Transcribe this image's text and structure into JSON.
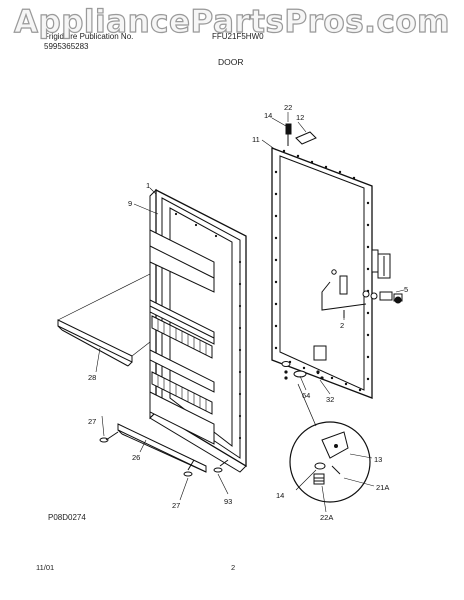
{
  "watermark": "AppliancePartsPros.com",
  "header": {
    "brand": "Frigidaire Publication No.",
    "publication": "5995365283",
    "model": "FFU21F5HW0",
    "section": "DOOR"
  },
  "drawing_id": "P08D0274",
  "footer": {
    "date": "11/01",
    "page": "2"
  },
  "callouts": {
    "c1": "1",
    "c9": "9",
    "c28": "28",
    "c27a": "27",
    "c26": "26",
    "c27b": "27",
    "c93": "93",
    "c14a": "14",
    "c22a": "22",
    "c12": "12",
    "c11": "11",
    "c5": "5",
    "c2": "2",
    "c64": "64",
    "c32": "32",
    "c13": "13",
    "c21A": "21A",
    "c14b": "14",
    "c22A": "22A"
  }
}
